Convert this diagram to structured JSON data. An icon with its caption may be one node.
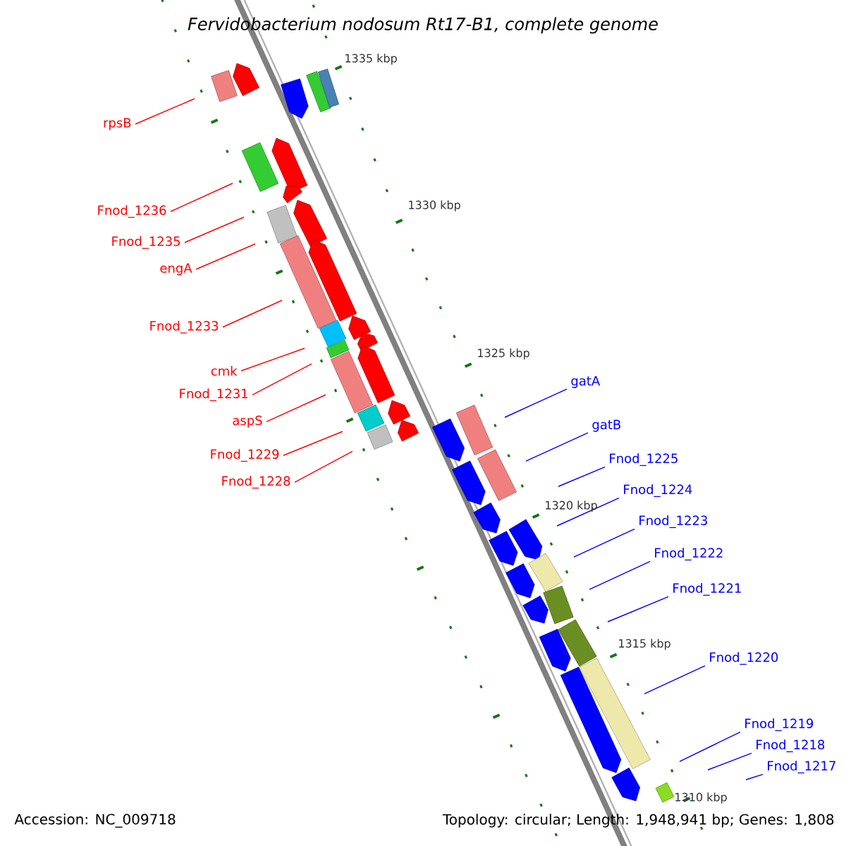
{
  "diagram": {
    "title": "Fervidobacterium nodosum Rt17-B1, complete genome",
    "nodes": [
      {
        "text": [
          "rpsB"
        ]
      },
      {
        "text": [
          "Fnod_1236"
        ]
      },
      {
        "text": [
          "Fnod_1235"
        ]
      },
      {
        "text": [
          "engA"
        ]
      },
      {
        "text": [
          "Fnod_1233"
        ]
      },
      {
        "text": [
          "cmk"
        ]
      },
      {
        "text": [
          "Fnod_1231"
        ]
      },
      {
        "text": [
          "aspS"
        ]
      },
      {
        "text": [
          "Fnod_1229"
        ]
      },
      {
        "text": [
          "Fnod_1228"
        ]
      },
      {
        "text": [
          "gatA"
        ]
      },
      {
        "text": [
          "gatB"
        ]
      },
      {
        "text": [
          "Fnod_1225"
        ]
      },
      {
        "text": [
          "Fnod_1224"
        ]
      },
      {
        "text": [
          "Fnod_1223"
        ]
      },
      {
        "text": [
          "Fnod_1222"
        ]
      },
      {
        "text": [
          "Fnod_1221"
        ]
      },
      {
        "text": [
          "Fnod_1220"
        ]
      },
      {
        "text": [
          "Fnod_1219"
        ]
      },
      {
        "text": [
          "Fnod_1218"
        ]
      },
      {
        "text": [
          "Fnod_1217"
        ]
      }
    ],
    "edges": [
      {
        "from": 0,
        "to": null,
        "arrow": "none",
        "color": "#ff0000"
      },
      {
        "from": 1,
        "to": null,
        "arrow": "none",
        "color": "#ff0000"
      },
      {
        "from": 2,
        "to": null,
        "arrow": "none",
        "color": "#ff0000"
      },
      {
        "from": 3,
        "to": null,
        "arrow": "none",
        "color": "#ff0000"
      },
      {
        "from": 4,
        "to": null,
        "arrow": "none",
        "color": "#ff0000"
      },
      {
        "from": 5,
        "to": null,
        "arrow": "none",
        "color": "#ff0000"
      },
      {
        "from": 6,
        "to": null,
        "arrow": "none",
        "color": "#ff0000"
      },
      {
        "from": 7,
        "to": null,
        "arrow": "none",
        "color": "#ff0000"
      },
      {
        "from": 8,
        "to": null,
        "arrow": "none",
        "color": "#ff0000"
      },
      {
        "from": 9,
        "to": null,
        "arrow": "none",
        "color": "#ff0000"
      },
      {
        "from": 10,
        "to": null,
        "arrow": "none"
      },
      {
        "from": 11,
        "to": null,
        "arrow": "none"
      },
      {
        "from": 12,
        "to": null,
        "arrow": "none"
      },
      {
        "from": 13,
        "to": null,
        "arrow": "none"
      },
      {
        "from": 14,
        "to": null,
        "arrow": "none"
      },
      {
        "from": 15,
        "to": null,
        "arrow": "none"
      },
      {
        "from": 16,
        "to": null,
        "arrow": "none"
      },
      {
        "from": 17,
        "to": null,
        "arrow": "none"
      },
      {
        "from": 18,
        "to": null,
        "arrow": "none"
      },
      {
        "from": 19,
        "to": null,
        "arrow": "none"
      },
      {
        "from": 20,
        "to": null,
        "arrow": "none"
      }
    ],
    "labels": [
      "1335 kbp",
      "1330 kbp",
      "1325 kbp",
      "1320 kbp",
      "1315 kbp",
      "1310 kbp",
      "Accession: NC_009718",
      "Topology: circular; Length: 1,948,941 bp; Genes: 1,808"
    ]
  }
}
